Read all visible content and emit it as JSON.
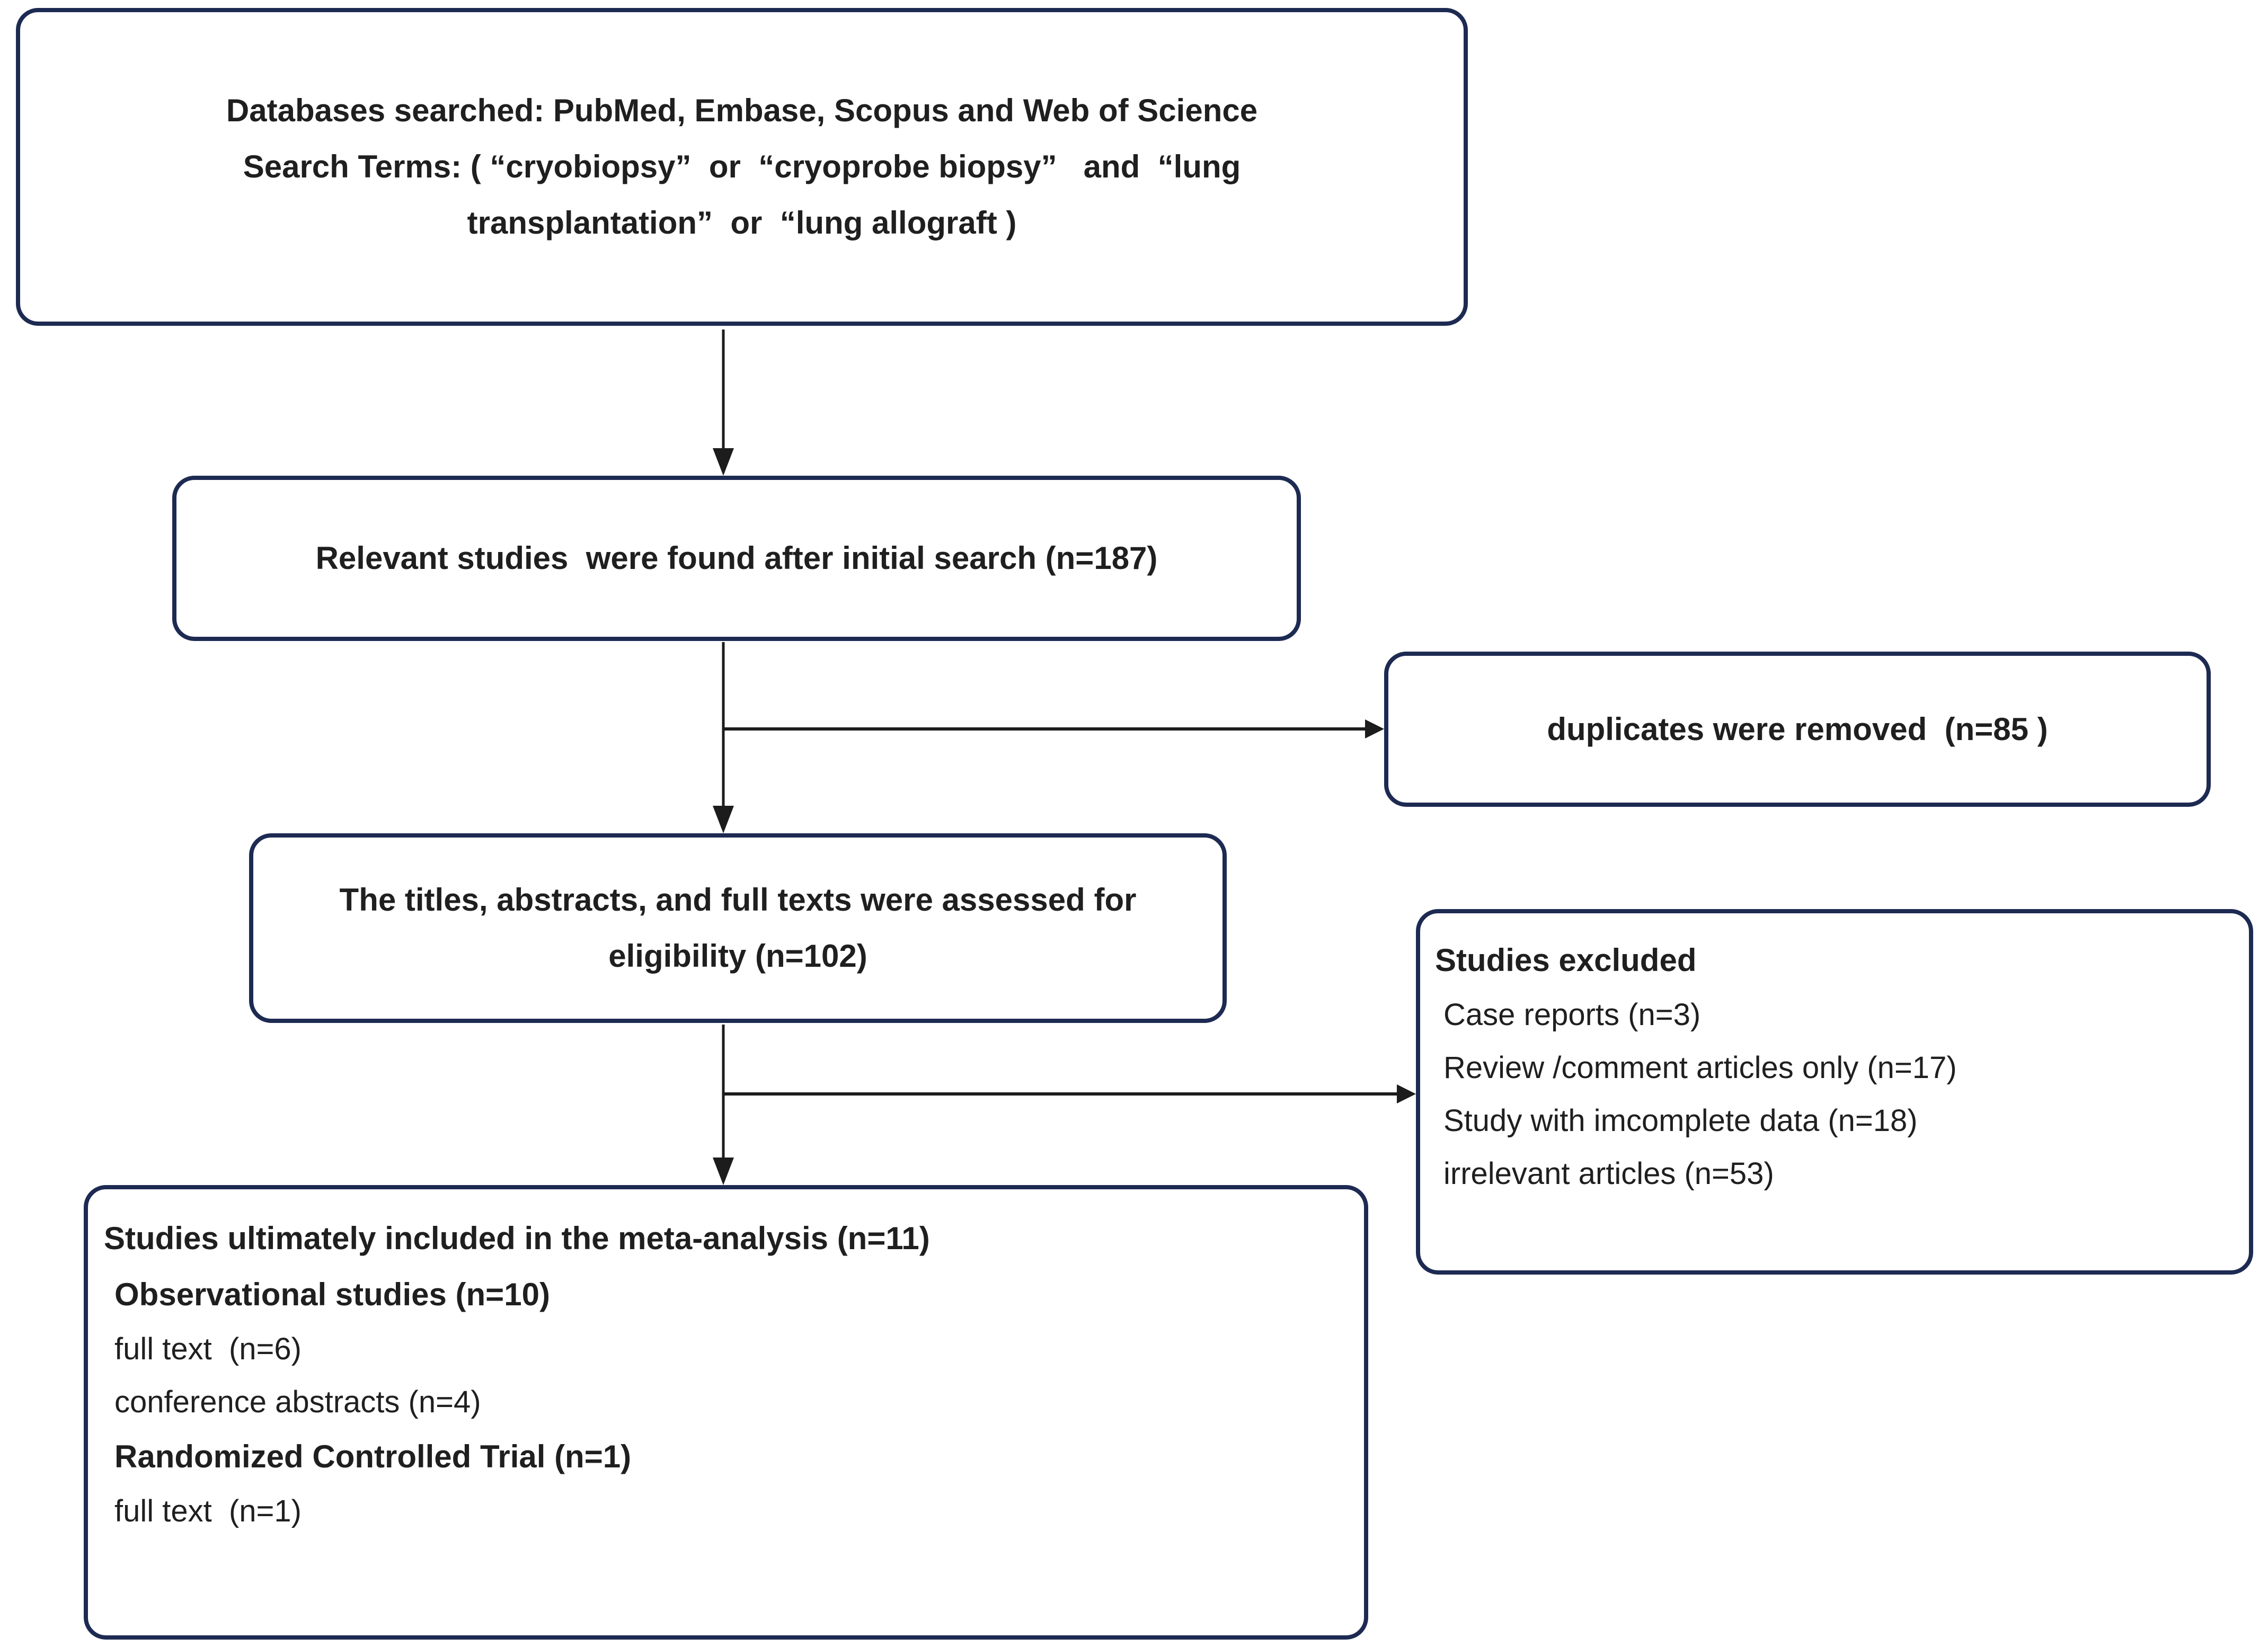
{
  "theme": {
    "bg": "#ffffff",
    "box_border": "#1d2a52",
    "text": "#1f1f1f",
    "arrow": "#1c1c1c"
  },
  "boxes": {
    "search": {
      "lines": [
        "Databases searched: PubMed, Embase, Scopus and Web of Science",
        "Search Terms: ( “cryobiopsy”  or  “cryoprobe biopsy”   and  “lung",
        "transplantation”  or  “lung allograft )"
      ]
    },
    "initial": {
      "text": "Relevant studies  were found after initial search (n=187)"
    },
    "duplicates": {
      "text": "duplicates were removed  (n=85 )"
    },
    "assessed": {
      "lines": [
        "The titles, abstracts, and full texts were assessed for",
        "eligibility (n=102)"
      ]
    },
    "excluded": {
      "title": "Studies excluded",
      "items": [
        "Case reports (n=3)",
        "Review /comment articles only (n=17)",
        "Study with imcomplete data (n=18)",
        "irrelevant articles (n=53)"
      ]
    },
    "included": {
      "lines": [
        {
          "text": "Studies ultimately included in the meta-analysis (n=11)",
          "bold": true
        },
        {
          "text": "Observational studies (n=10)",
          "bold": true
        },
        {
          "text": "full text  (n=6)",
          "bold": false
        },
        {
          "text": "conference abstracts (n=4)",
          "bold": false
        },
        {
          "text": "Randomized Controlled Trial (n=1)",
          "bold": true
        },
        {
          "text": "full text  (n=1)",
          "bold": false
        }
      ]
    }
  }
}
